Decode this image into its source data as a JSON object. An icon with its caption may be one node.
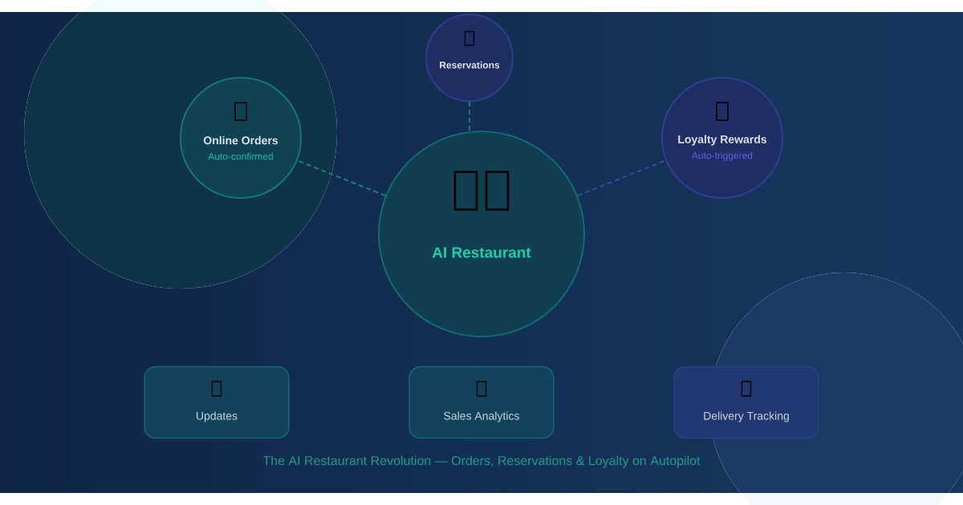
{
  "diagram": {
    "nodes": [
      {
        "text": [
          "Reservations"
        ]
      },
      {
        "text": [
          "Online Orders",
          "Auto-confirmed"
        ]
      },
      {
        "text": [
          "Loyalty Rewards",
          "Auto-triggered"
        ]
      },
      {
        "text": [
          "AI Restaurant"
        ]
      },
      {
        "text": [
          "Updates"
        ]
      },
      {
        "text": [
          "Sales Analytics"
        ]
      },
      {
        "text": [
          "Delivery Tracking"
        ]
      }
    ],
    "edges": [
      {
        "from": 3,
        "to": 0,
        "arrow": "none",
        "style": "dashed"
      },
      {
        "from": 3,
        "to": 1,
        "arrow": "none",
        "style": "dashed"
      },
      {
        "from": 3,
        "to": 2,
        "arrow": "none",
        "style": "dashed",
        "color": "#2f4a9e"
      }
    ],
    "caption": "The AI Restaurant Revolution — Orders, Reservations & Loyalty on Autopilot"
  }
}
